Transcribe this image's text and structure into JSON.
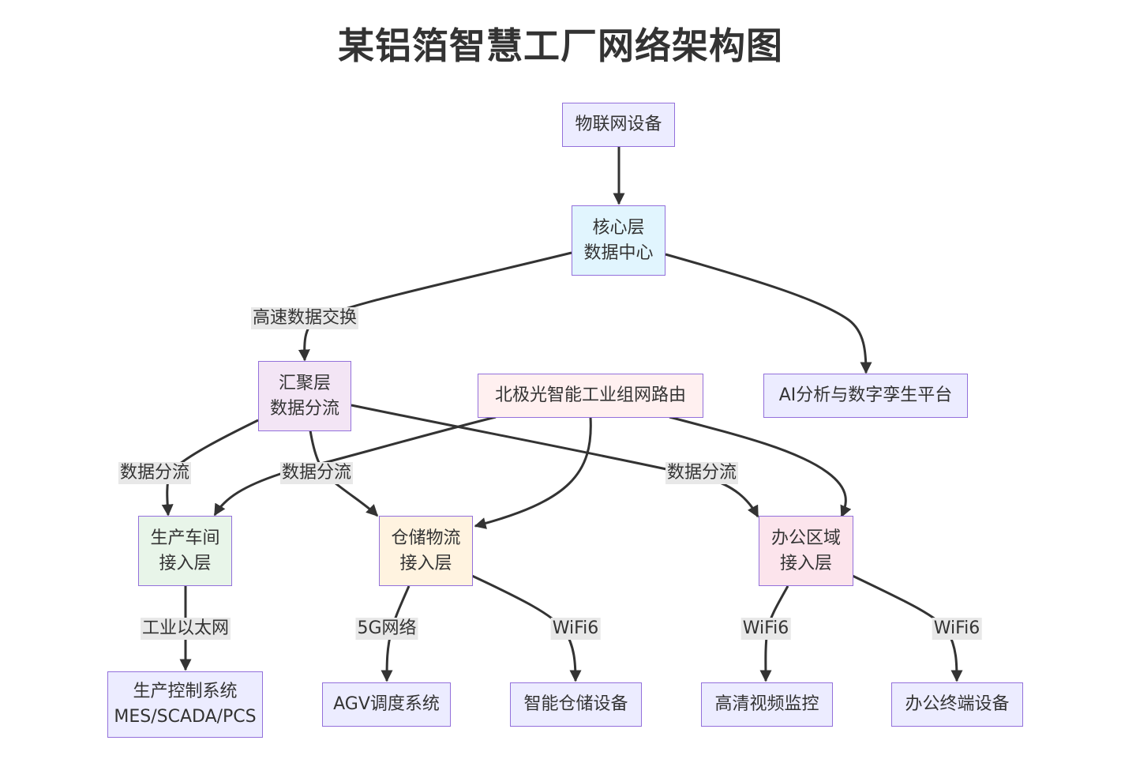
{
  "title": "某铝箔智慧工厂网络架构图",
  "nodes": {
    "iot": {
      "lines": [
        "物联网设备"
      ],
      "fill": "#ECECFF"
    },
    "core": {
      "lines": [
        "核心层",
        "数据中心"
      ],
      "fill": "#E1F5FE"
    },
    "agg": {
      "lines": [
        "汇聚层",
        "数据分流"
      ],
      "fill": "#F3E5F5"
    },
    "aurora": {
      "lines": [
        "北极光智能工业组网路由"
      ],
      "fill": "#FFF0F0"
    },
    "ai": {
      "lines": [
        "AI分析与数字孪生平台"
      ],
      "fill": "#ECECFF"
    },
    "prod": {
      "lines": [
        "生产车间",
        "接入层"
      ],
      "fill": "#E8F5E9"
    },
    "wh": {
      "lines": [
        "仓储物流",
        "接入层"
      ],
      "fill": "#FFF3E0"
    },
    "office": {
      "lines": [
        "办公区域",
        "接入层"
      ],
      "fill": "#FCE4EC"
    },
    "pcs": {
      "lines": [
        "生产控制系统",
        "MES/SCADA/PCS"
      ],
      "fill": "#ECECFF"
    },
    "agv": {
      "lines": [
        "AGV调度系统"
      ],
      "fill": "#ECECFF"
    },
    "smartwh": {
      "lines": [
        "智能仓储设备"
      ],
      "fill": "#ECECFF"
    },
    "cctv": {
      "lines": [
        "高清视频监控"
      ],
      "fill": "#ECECFF"
    },
    "terminal": {
      "lines": [
        "办公终端设备"
      ],
      "fill": "#ECECFF"
    }
  },
  "edge_labels": {
    "core_agg": "高速数据交换",
    "agg_prod": "数据分流",
    "agg_wh": "数据分流",
    "agg_office": "数据分流",
    "prod_pcs": "工业以太网",
    "wh_agv": "5G网络",
    "wh_smartwh": "WiFi6",
    "office_cctv": "WiFi6",
    "office_terminal": "WiFi6"
  },
  "colors": {
    "edge": "#333333",
    "node_border": "#9370DB",
    "label_bg": "#e8e8e8"
  }
}
